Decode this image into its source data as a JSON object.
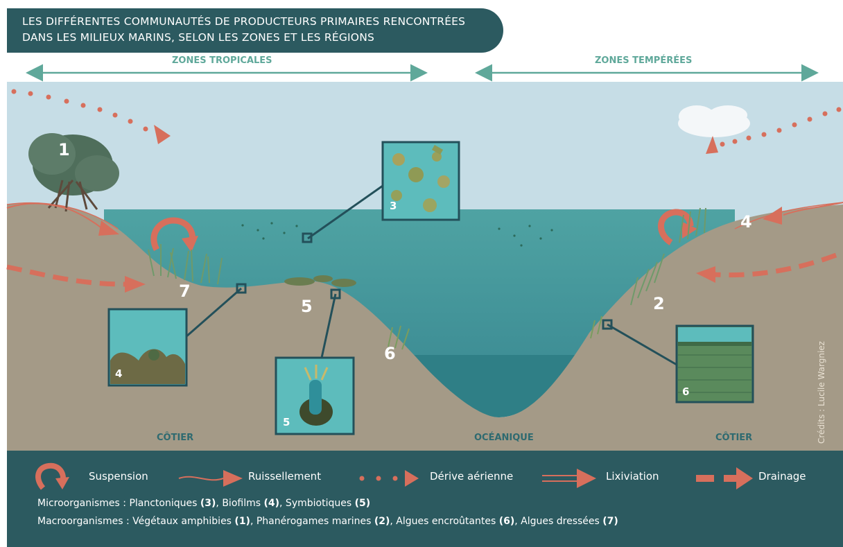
{
  "title": {
    "line1": "LES DIFFÉRENTES COMMUNAUTÉS DE PRODUCTEURS PRIMAIRES RENCONTRÉES",
    "line2": "DANS LES MILIEUX MARINS, SELON LES ZONES ET LES RÉGIONS"
  },
  "zones": {
    "tropical": "ZONES TROPICALES",
    "temperate": "ZONES TEMPÉRÉES"
  },
  "bottom_zones": {
    "coastal_left": "CÔTIER",
    "oceanic": "OCÉANIQUE",
    "coastal_right": "CÔTIER"
  },
  "markers": {
    "n1": "1",
    "n7": "7",
    "n5": "5",
    "n6": "6",
    "n2": "2",
    "n4": "4"
  },
  "insets": {
    "plankton": "3",
    "biofilm": "4",
    "symbiotic": "5",
    "encrusting": "6"
  },
  "credits": "Crédits : Lucile Wargniez",
  "legend": {
    "suspension": "Suspension",
    "runoff": "Ruissellement",
    "aerial_drift": "Dérive aérienne",
    "leaching": "Lixiviation",
    "drainage": "Drainage"
  },
  "organisms": {
    "micro_prefix": "Microorganismes : ",
    "micro_1": "Planctoniques ",
    "micro_1n": "(3)",
    "micro_2": ", Biofilms ",
    "micro_2n": "(4)",
    "micro_3": ", Symbiotiques ",
    "micro_3n": "(5)",
    "macro_prefix": "Macroorganismes : ",
    "macro_1": "Végétaux amphibies ",
    "macro_1n": "(1)",
    "macro_2": ", Phanérogames marines ",
    "macro_2n": "(2)",
    "macro_3": ", Algues encroûtantes ",
    "macro_3n": "(6)",
    "macro_4": ", Algues dressées ",
    "macro_4n": "(7)"
  },
  "colors": {
    "banner": "#2c5a60",
    "sky": "#c6dde6",
    "water": "#57a9a9",
    "sand": "#a49a87",
    "arrow": "#d76f5c",
    "zone_arrow": "#5fa89a"
  }
}
